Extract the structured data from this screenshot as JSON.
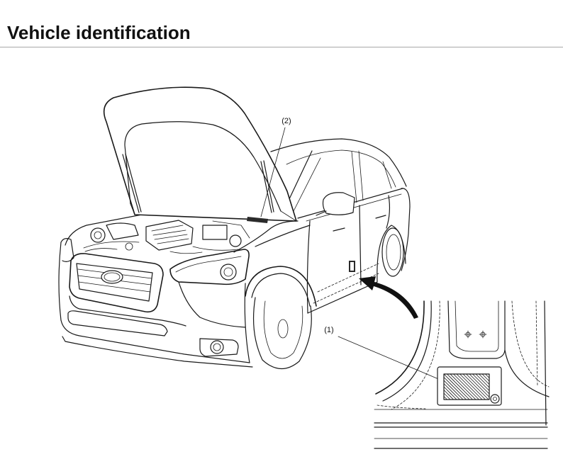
{
  "page": {
    "title": "Vehicle identification"
  },
  "figure": {
    "callouts": [
      {
        "label": "(1)"
      },
      {
        "label": "(2)"
      }
    ]
  },
  "colors": {
    "line": "#1a1a1a",
    "rule": "#a8a8a8",
    "plate": "#2a2a2a"
  }
}
